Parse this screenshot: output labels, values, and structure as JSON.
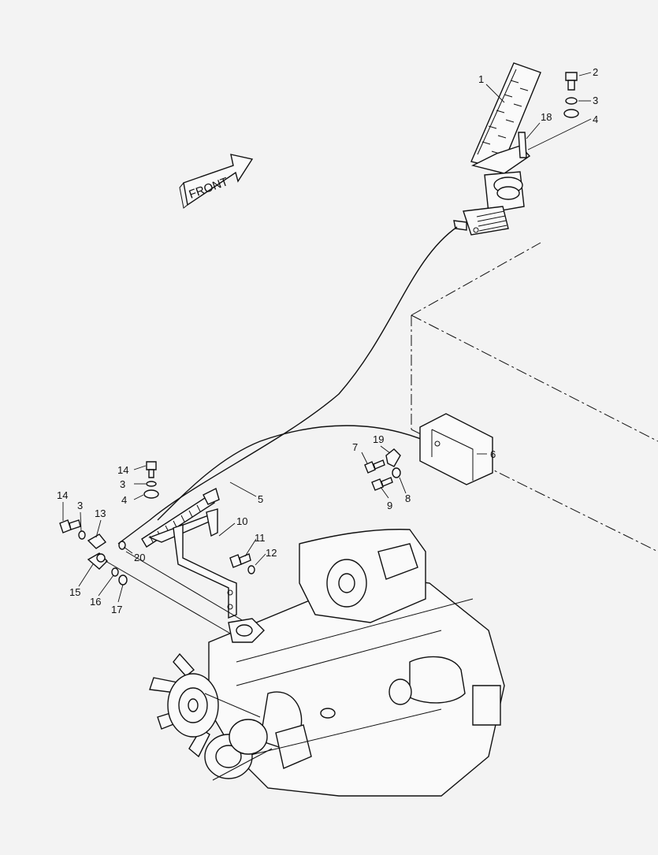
{
  "front_label": "FRONT",
  "callouts": {
    "c1": "1",
    "c2": "2",
    "c3a": "3",
    "c4a": "4",
    "c18": "18",
    "c6": "6",
    "c7": "7",
    "c19": "19",
    "c8": "8",
    "c9": "9",
    "c5": "5",
    "c10": "10",
    "c11": "11",
    "c12": "12",
    "c14a": "14",
    "c3b": "3",
    "c4b": "4",
    "c14b": "14",
    "c3c": "3",
    "c13": "13",
    "c20": "20",
    "c15": "15",
    "c16": "16",
    "c17": "17"
  }
}
